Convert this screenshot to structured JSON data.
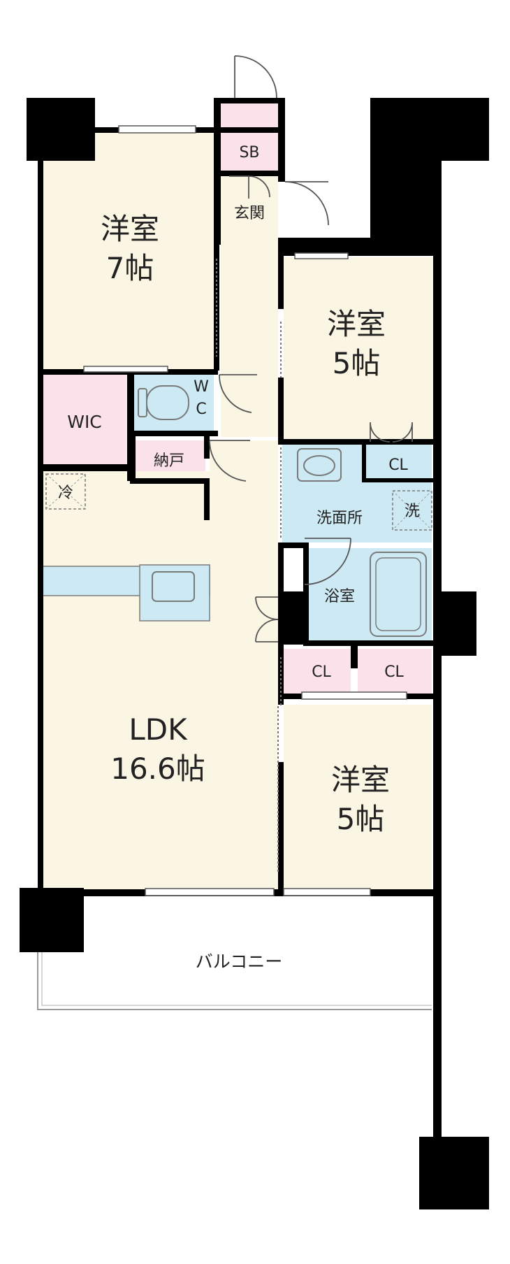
{
  "colors": {
    "wall": "#000000",
    "living": "#fbf5e4",
    "storage": "#fbe1ea",
    "water": "#cdeaf4",
    "floor_white": "#ffffff",
    "fixture_line": "#7a7a7a"
  },
  "rooms": {
    "bedroom1": {
      "name": "洋室",
      "size": "7帖"
    },
    "bedroom2": {
      "name": "洋室",
      "size": "5帖"
    },
    "bedroom3": {
      "name": "洋室",
      "size": "5帖"
    },
    "ldk": {
      "name": "LDK",
      "size": "16.6帖"
    },
    "wic": "WIC",
    "shoebox": "SB",
    "entrance": "玄関",
    "toilet": {
      "line1": "W",
      "line2": "C"
    },
    "storeroom": "納戸",
    "closet_bedroom2": "CL",
    "washroom": "洗面所",
    "laundry": "洗",
    "fridge": "冷",
    "bath": "浴室",
    "closet_left": "CL",
    "closet_right": "CL",
    "balcony": "バルコニー"
  }
}
